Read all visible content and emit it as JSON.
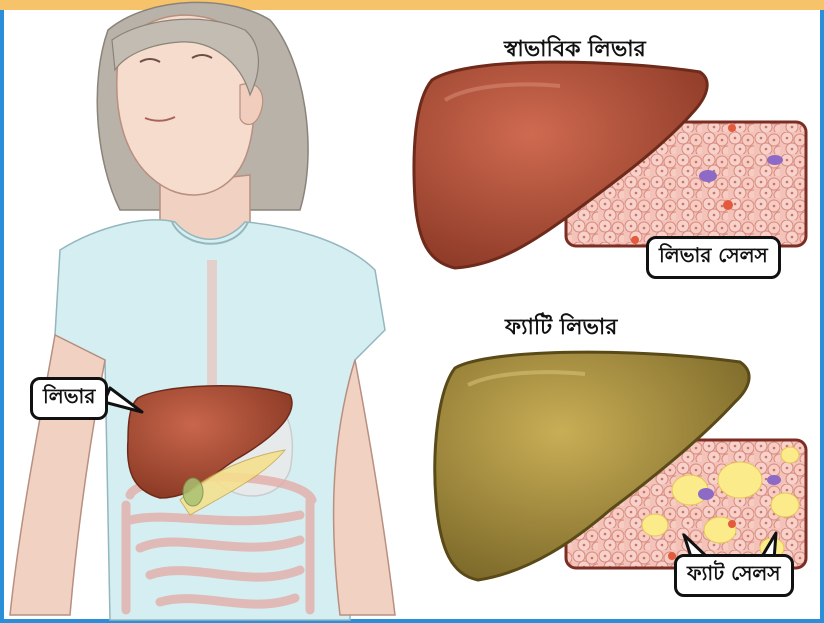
{
  "labels": {
    "normal_liver_title": "স্বাভাবিক লিভার",
    "fatty_liver_title": "ফ্যাটি লিভার",
    "liver_callout": "লিভার",
    "liver_cells_callout": "লিভার সেলস",
    "fat_cells_callout": "ফ্যাট সেলস"
  },
  "colors": {
    "top_bar": "#f6c36a",
    "border": "#2a8fd8",
    "healthy_liver": "#b4513a",
    "fatty_liver": "#a88f3c",
    "cell_tissue": "#f2b9b0",
    "fat_droplet": "#fbeb8a"
  }
}
